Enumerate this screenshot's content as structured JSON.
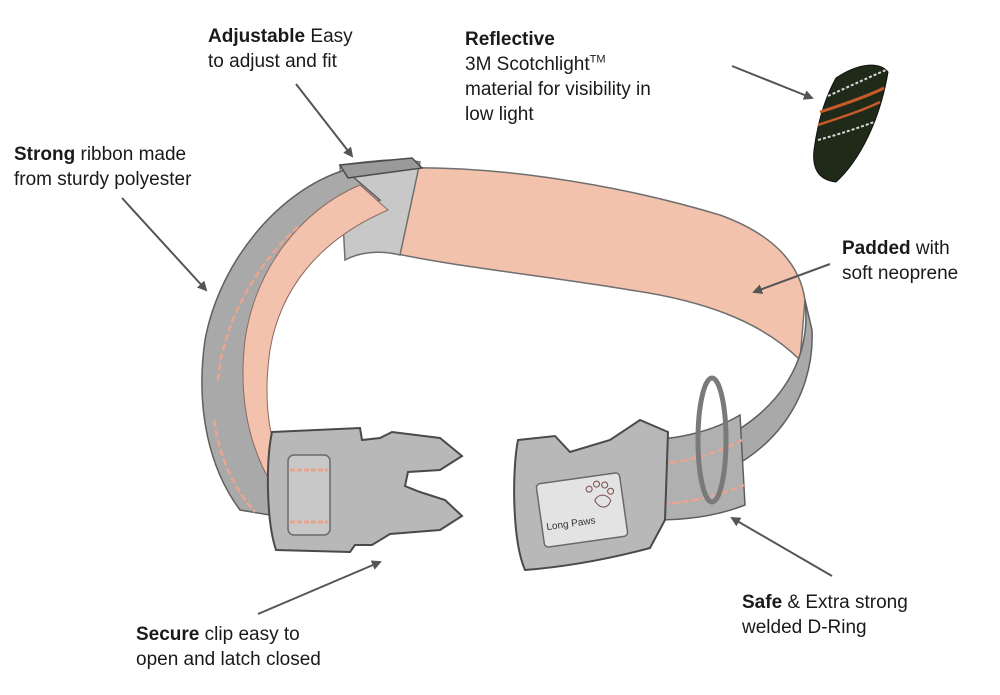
{
  "callouts": {
    "adjustable": {
      "bold": "Adjustable",
      "rest": " Easy",
      "line2": "to adjust and fit"
    },
    "reflective": {
      "bold": "Reflective",
      "line2": "3M Scotchlight",
      "tm": "TM",
      "line3": "material for visibility in",
      "line4": "low light"
    },
    "strong": {
      "bold": "Strong",
      "rest": " ribbon made",
      "line2": "from sturdy polyester"
    },
    "padded": {
      "bold": "Padded",
      "rest": " with",
      "line2": "soft neoprene"
    },
    "secure": {
      "bold": "Secure",
      "rest": " clip easy to",
      "line2": "open and latch closed"
    },
    "safe": {
      "bold": "Safe",
      "rest": " & Extra strong",
      "line2": "welded D-Ring"
    }
  },
  "logo": {
    "text": "Long Paws"
  },
  "colors": {
    "text": "#1a1a1a",
    "arrow": "#555555",
    "webbing": "#a9a9a9",
    "padding": "#f2c2ad",
    "stripe": "#e9a58f",
    "buckle": "#b8b8b8",
    "reflective_swatch": "#1f2a18"
  }
}
